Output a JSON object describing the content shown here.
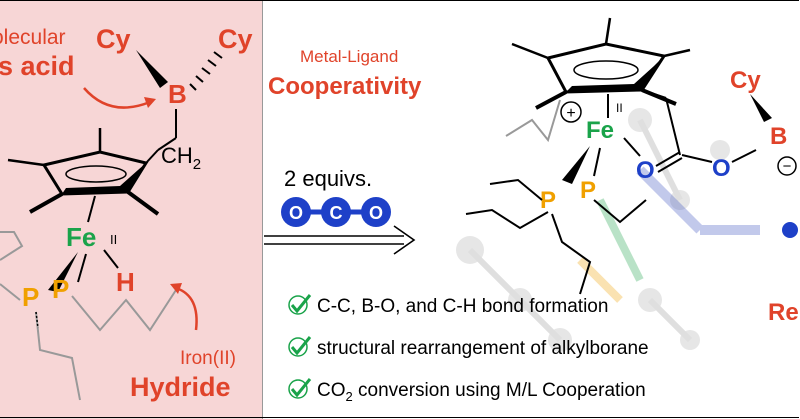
{
  "left": {
    "intramolecular_label_line1": "olecular",
    "intramolecular_label_line2": "s acid",
    "cy_left": "Cy",
    "cy_right": "Cy",
    "boron": "B",
    "ch2": "CH",
    "ch2_sub": "2",
    "fe": "Fe",
    "fe_oxidation": "II",
    "hydride_h": "H",
    "p1": "P",
    "p2": "P",
    "iron_label": "Iron(II)",
    "hydride_label": "Hydride"
  },
  "middle": {
    "mlc_line1": "Metal-Ligand",
    "mlc_line2": "Cooperativity",
    "equivs": "2 equivs.",
    "co2_o1": "O",
    "co2_c": "C",
    "co2_o2": "O"
  },
  "right": {
    "plus": "+",
    "fe": "Fe",
    "fe_oxidation": "II",
    "o1": "O",
    "o2": "O",
    "minus": "−",
    "cy": "Cy",
    "boron": "B",
    "p1": "P",
    "p2": "P",
    "edge_label": "Re"
  },
  "bullets": [
    {
      "text": "C-C, B-O, and C-H bond formation"
    },
    {
      "text": "structural rearrangement of alkylborane"
    },
    {
      "text_main": "CO",
      "text_sub": "2",
      "text_rest": " conversion using M/L Cooperation"
    }
  ],
  "colors": {
    "red": "#e0432a",
    "green": "#1aa34a",
    "blue": "#1e40c8",
    "orange": "#f0a000",
    "pink_bg": "#f7d6d6"
  }
}
